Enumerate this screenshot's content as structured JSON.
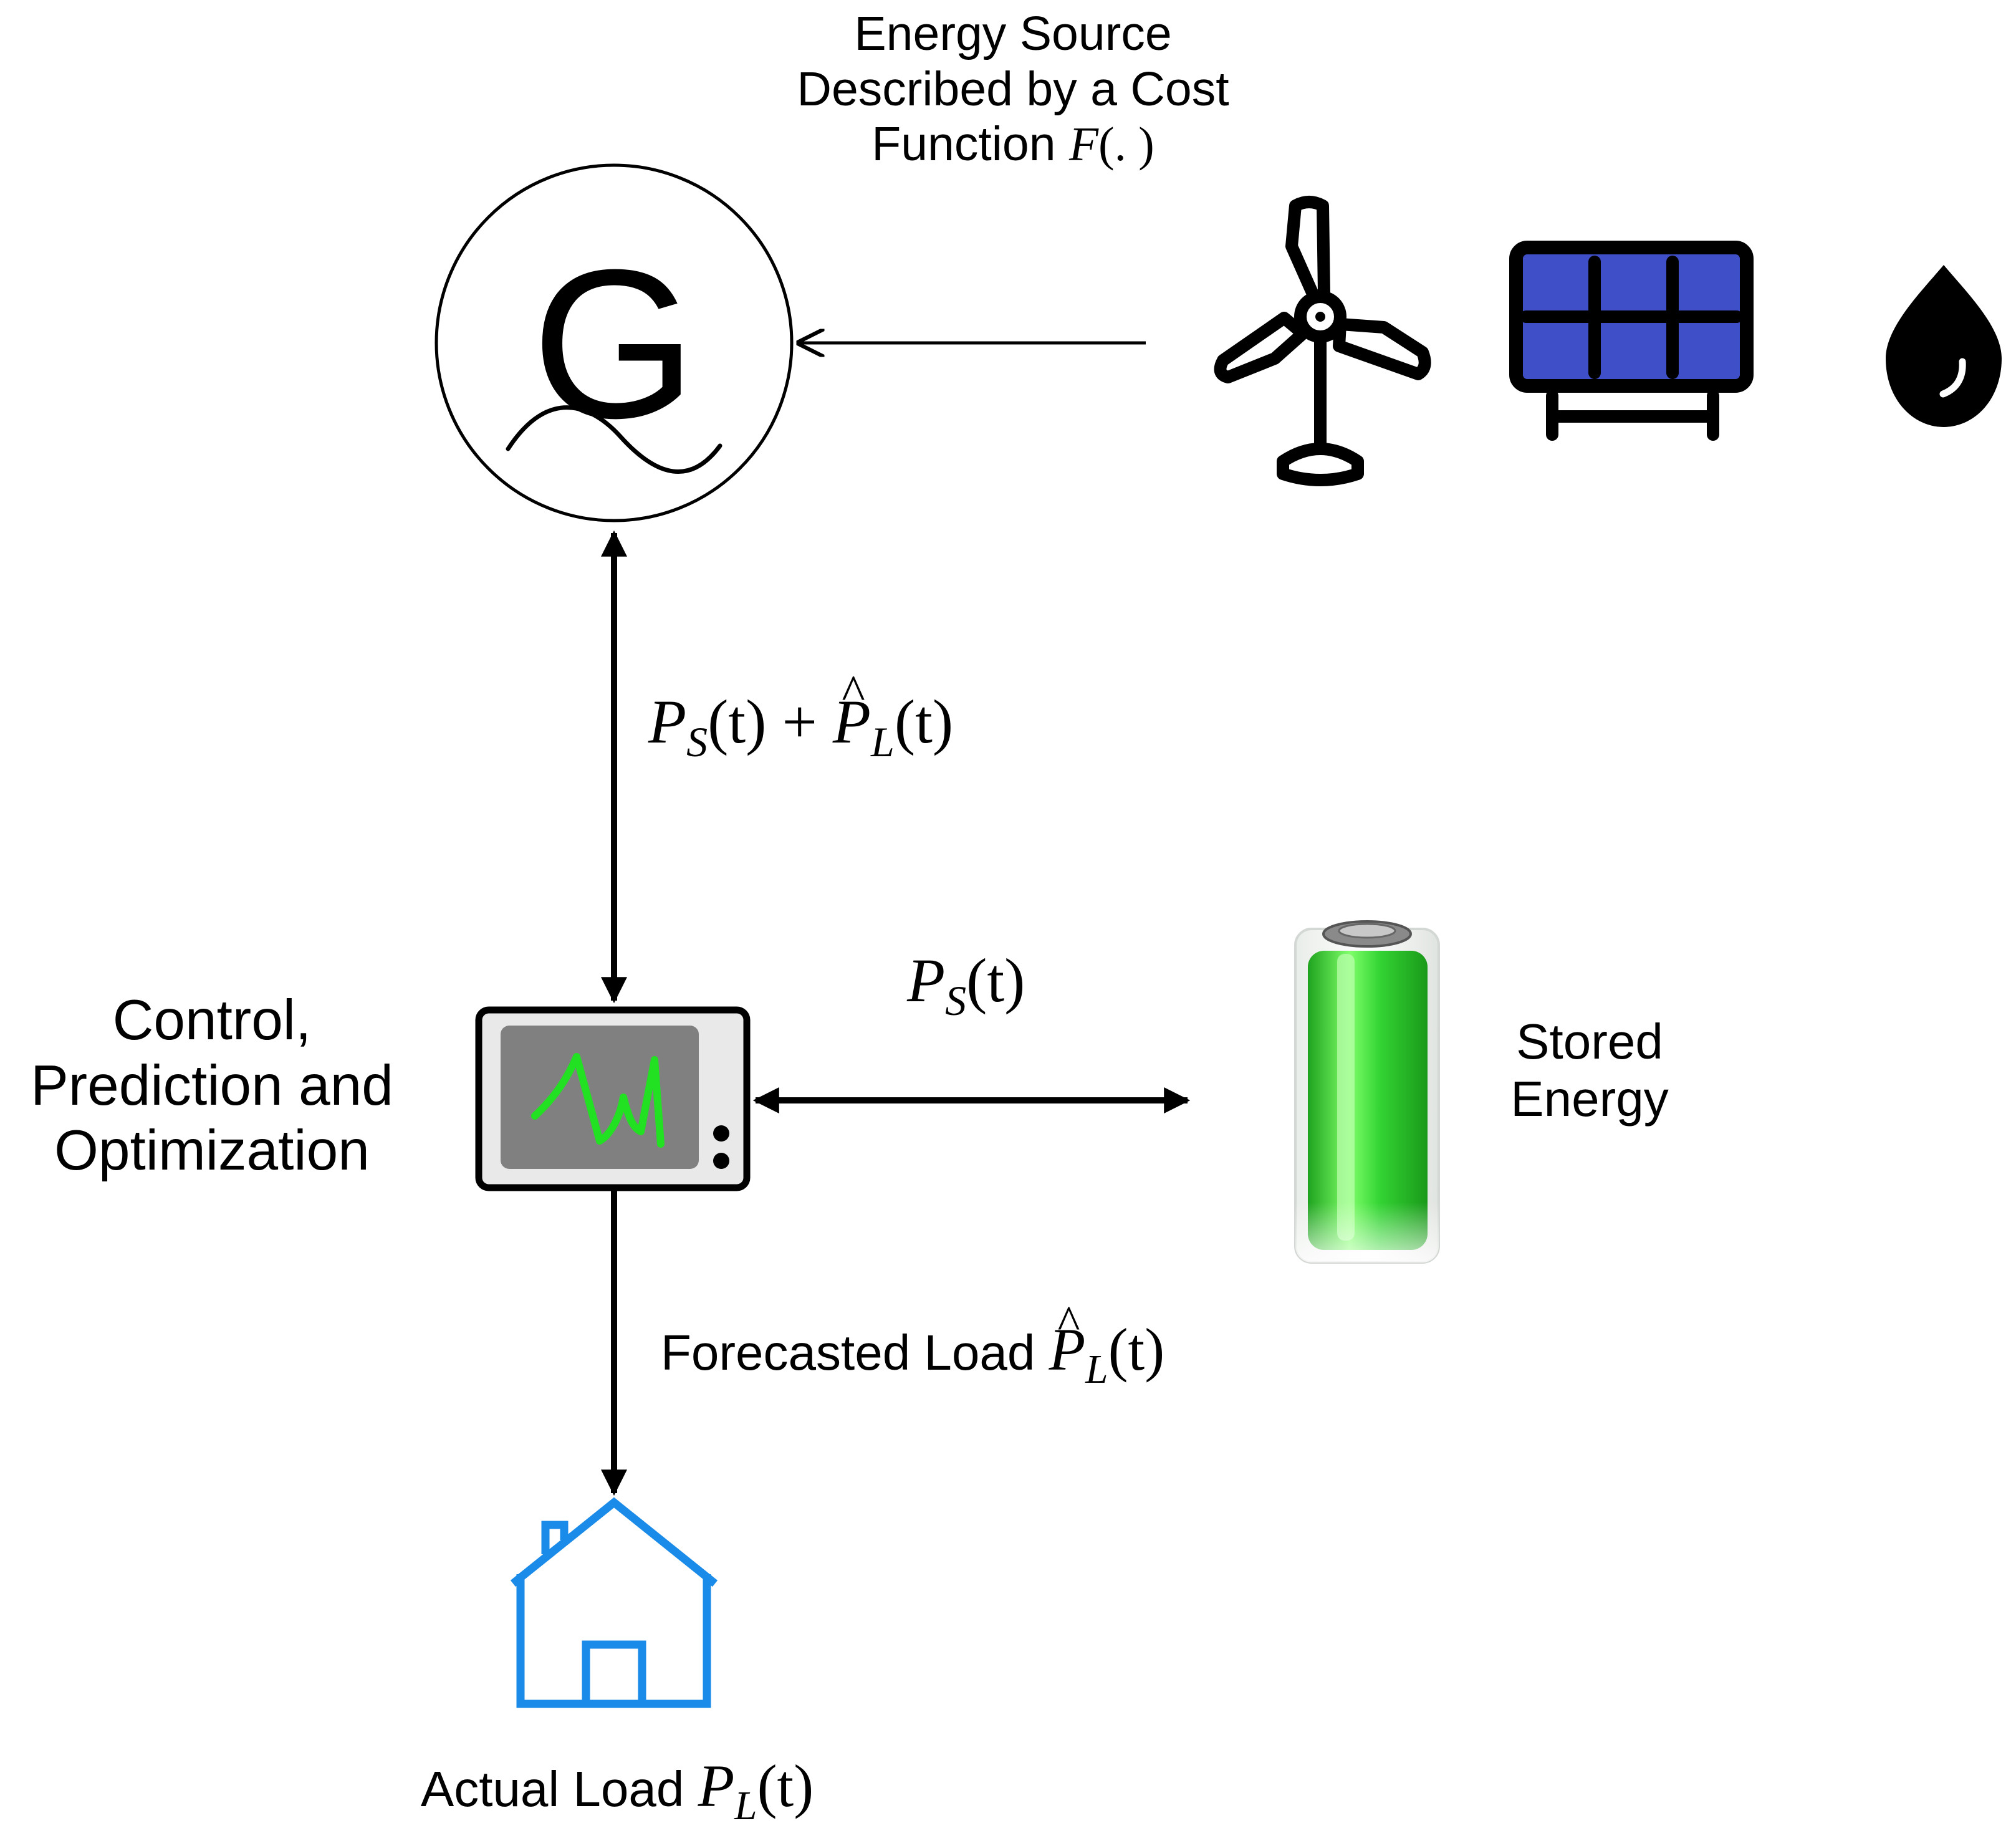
{
  "source_label": {
    "lines": [
      "Energy Source",
      "Described by a Cost"
    ],
    "line3_prefix": "Function",
    "math_fn": "F",
    "math_args": "(. )"
  },
  "generator": {
    "letter": "G"
  },
  "flow_generator_controller": {
    "p1": "P",
    "s1": "S",
    "t1": "(t)",
    "plus": " + ",
    "p2": "P",
    "s2": "L",
    "t2": "(t)"
  },
  "flow_storage": {
    "p": "P",
    "s": "S",
    "t": "(t)"
  },
  "controller_label": {
    "lines": [
      "Control,",
      "Prediction and",
      "Optimization"
    ]
  },
  "storage_label": {
    "lines": [
      "Stored",
      "Energy"
    ]
  },
  "forecast_label": {
    "prefix": "Forecasted Load",
    "p": "P",
    "s": "L",
    "t": "(t)"
  },
  "actual_label": {
    "prefix": "Actual Load",
    "p": "P",
    "s": "L",
    "t": "(t)"
  },
  "colors": {
    "solar_panel_fill": "#3f4fc8",
    "monitor_screen": "#808080",
    "waveform": "#22e022",
    "house": "#1a8be8",
    "battery_fill": "#33cc33",
    "stroke": "#000000"
  },
  "icons": [
    "generator-icon",
    "wind-turbine-icon",
    "solar-panel-icon",
    "water-drop-icon",
    "monitor-icon",
    "battery-icon",
    "house-icon"
  ]
}
